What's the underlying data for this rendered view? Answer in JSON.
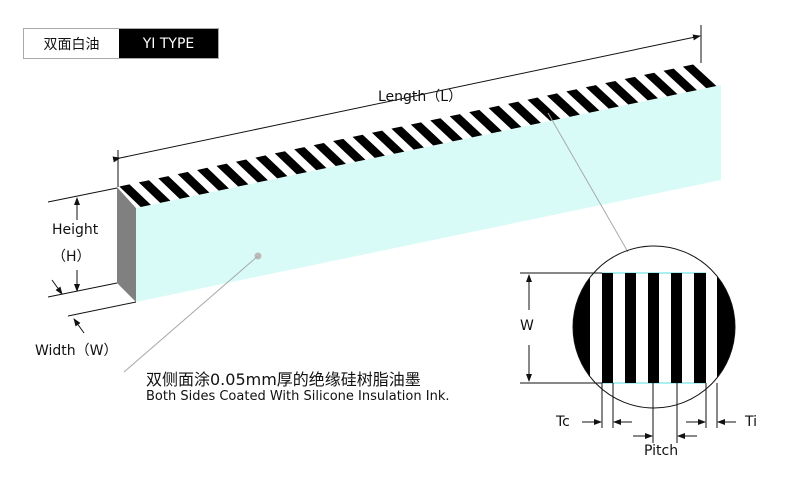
{
  "badge": {
    "left": "双面白油",
    "right": "YI TYPE"
  },
  "labels": {
    "length": "Length（L）",
    "height": "Height",
    "height_sym": "（H）",
    "width": "Width（W）",
    "w": "W",
    "tc": "Tc",
    "ti": "Ti",
    "pitch": "Pitch"
  },
  "note": {
    "cn": "双侧面涂0.05mm厚的绝缘硅树脂油墨",
    "en": "Both Sides Coated With Silicone Insulation Ink."
  },
  "colors": {
    "face": "#d8fbf8",
    "side": "#808080",
    "stripe": "#000000"
  }
}
